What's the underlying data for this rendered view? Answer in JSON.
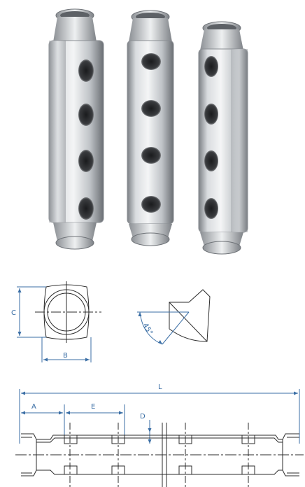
{
  "labels": {
    "c": "C",
    "b": "B",
    "angle": "45°",
    "l": "L",
    "a": "A",
    "e": "E",
    "d": "D"
  },
  "colors": {
    "dimension": "#3a6ea5",
    "outline": "#2b2b2b",
    "steel_light": "#e6e8ea",
    "steel_dark": "#6d7176"
  },
  "photo": {
    "description_icons": [
      "manifold-square-4-outlet",
      "manifold-square-4-outlet",
      "manifold-square-4-outlet"
    ]
  }
}
